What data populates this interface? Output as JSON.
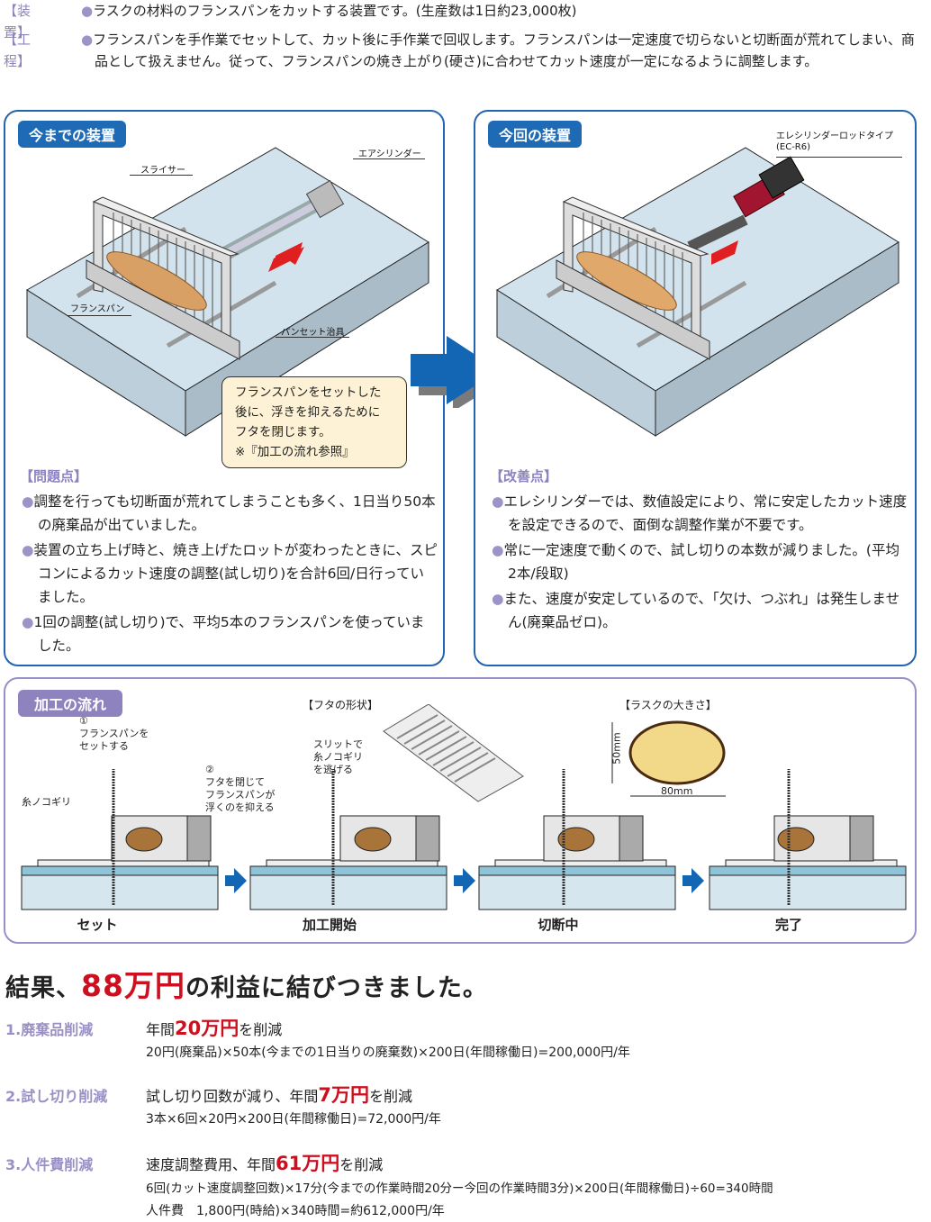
{
  "intro": {
    "device_tag": "【装置】",
    "device_text": "ラスクの材料のフランスパンをカットする装置です。(生産数は1日約23,000枚)",
    "process_tag": "【工程】",
    "process_text": "フランスパンを手作業でセットして、カット後に手作業で回収します。フランスパンは一定速度で切らないと切断面が荒れてしまい、商品として扱えません。従って、フランスパンの焼き上がり(硬さ)に合わせてカット速度が一定になるように調整します。",
    "bullet": "●"
  },
  "before": {
    "title": "今までの装置",
    "labels": {
      "slicer": "スライサー",
      "air_cylinder": "エアシリンダー",
      "french_bread": "フランスパン",
      "bread_jig": "パンセット治具"
    },
    "note": [
      "フランスパンをセットした",
      "後に、浮きを抑えるために",
      "フタを閉じます。",
      "※『加工の流れ参照』"
    ],
    "problems_head": "【問題点】",
    "problems": [
      "調整を行っても切断面が荒れてしまうことも多く、1日当り50本の廃棄品が出ていました。",
      "装置の立ち上げ時と、焼き上げたロットが変わったときに、スピコンによるカット速度の調整(試し切り)を合計6回/日行っていました。",
      "1回の調整(試し切り)で、平均5本のフランスパンを使っていました。"
    ]
  },
  "after": {
    "title": "今回の装置",
    "labels": {
      "elecylinder": "エレシリンダーロッドタイプ",
      "model": "(EC-R6)"
    },
    "improvements_head": "【改善点】",
    "improvements": [
      "エレシリンダーでは、数値設定により、常に安定したカット速度を設定できるので、面倒な調整作業が不要です。",
      "常に一定速度で動くので、試し切りの本数が減りました。(平均2本/段取)",
      "また、速度が安定しているので、「欠け、つぶれ」は発生しません(廃棄品ゼロ)。"
    ]
  },
  "flow": {
    "title": "加工の流れ",
    "lid_shape": "【フタの形状】",
    "lid_note": [
      "スリットで",
      "糸ノコギリ",
      "を逃げる"
    ],
    "rusk_size": "【ラスクの大きさ】",
    "rusk_height": "50mm",
    "rusk_width": "80mm",
    "saw_label": "糸ノコギリ",
    "step1_num": "①",
    "step1_text": [
      "フランスパンを",
      "セットする"
    ],
    "step2_num": "②",
    "step2_text": [
      "フタを閉じて",
      "フランスパンが",
      "浮くのを抑える"
    ],
    "steps": [
      "セット",
      "加工開始",
      "切断中",
      "完了"
    ]
  },
  "result": {
    "prefix": "結果、",
    "amount": "88万円",
    "suffix": "の利益に結びつきました。",
    "items": [
      {
        "head": "1.廃棄品削減",
        "line_pre": "年間",
        "amount": "20万円",
        "line_post": "を削減",
        "calc": [
          "20円(廃棄品)×50本(今までの1日当りの廃棄数)×200日(年間稼働日)=200,000円/年"
        ]
      },
      {
        "head": "2.試し切り削減",
        "line_pre": "試し切り回数が減り、年間",
        "amount": "7万円",
        "line_post": "を削減",
        "calc": [
          "3本×6回×20円×200日(年間稼働日)=72,000円/年"
        ]
      },
      {
        "head": "3.人件費削減",
        "line_pre": "速度調整費用、年間",
        "amount": "61万円",
        "line_post": "を削減",
        "calc": [
          "6回(カット速度調整回数)×17分(今までの作業時間20分ー今回の作業時間3分)×200日(年間稼働日)÷60=340時間",
          "人件費　1,800円(時給)×340時間=約612,000円/年"
        ]
      }
    ]
  },
  "colors": {
    "panel_blue": "#1f6ab4",
    "flow_purple": "#8e83bf",
    "accent_red": "#cc1020",
    "bullet_purple": "#9e93c9"
  }
}
